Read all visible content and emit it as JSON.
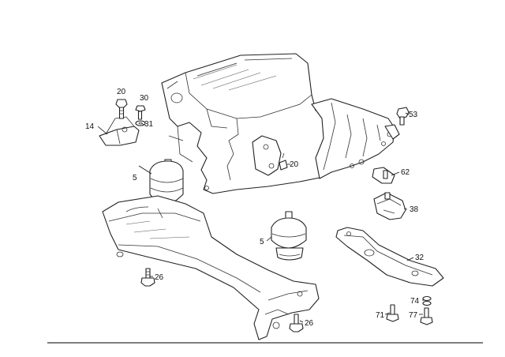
{
  "labels": {
    "l20a": "20",
    "l30": "30",
    "l14": "14",
    "l31": "31",
    "l5a": "5",
    "l20b": "20",
    "l53": "53",
    "l62": "62",
    "l38": "38",
    "l5b": "5",
    "l32": "32",
    "l26a": "26",
    "l26b": "26",
    "l74": "74",
    "l71": "71",
    "l77": "77"
  }
}
